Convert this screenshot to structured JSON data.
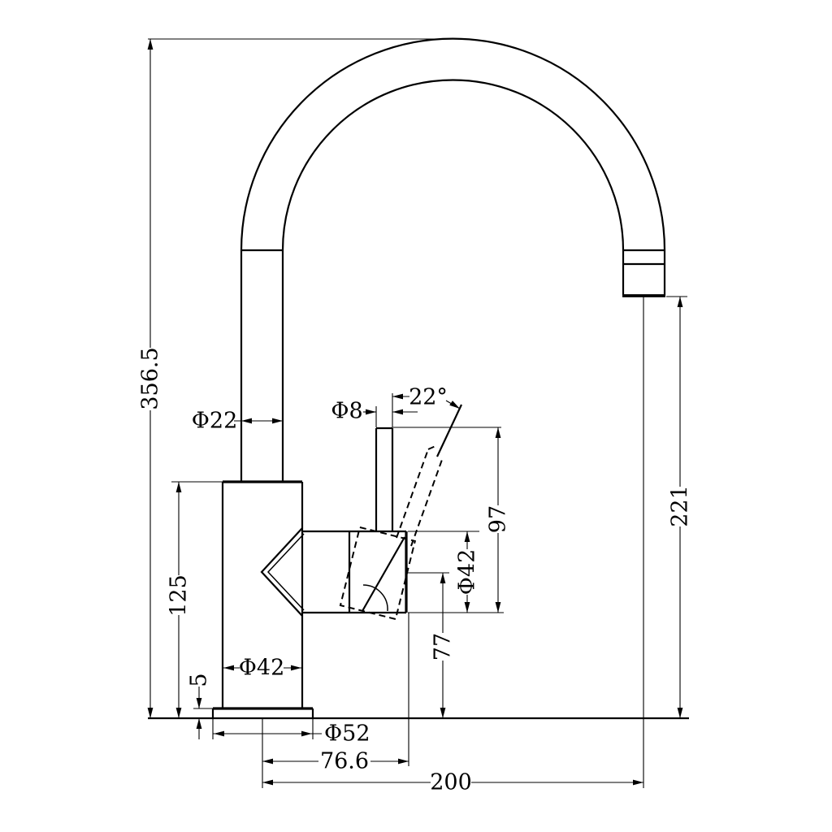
{
  "page": {
    "background": "#ffffff",
    "line_color": "#000000"
  },
  "drawing": {
    "type": "technical-diagram",
    "subject": "gooseneck kitchen mixer tap - side elevation with dimensions",
    "units": "mm",
    "labels": {
      "overall_height": "356.5",
      "spout_tube_diameter": "Φ22",
      "handle_pin_diameter": "Φ8",
      "handle_tilt_angle": "22°",
      "outlet_height": "221",
      "handle_top_height": "97",
      "handle_housing_diameter": "Φ42",
      "body_height": "125",
      "handle_axis_height": "77",
      "body_diameter": "Φ42",
      "base_flange_thickness": "5",
      "base_flange_diameter": "Φ52",
      "handle_offset_from_axis": "76.6",
      "spout_reach": "200"
    }
  }
}
